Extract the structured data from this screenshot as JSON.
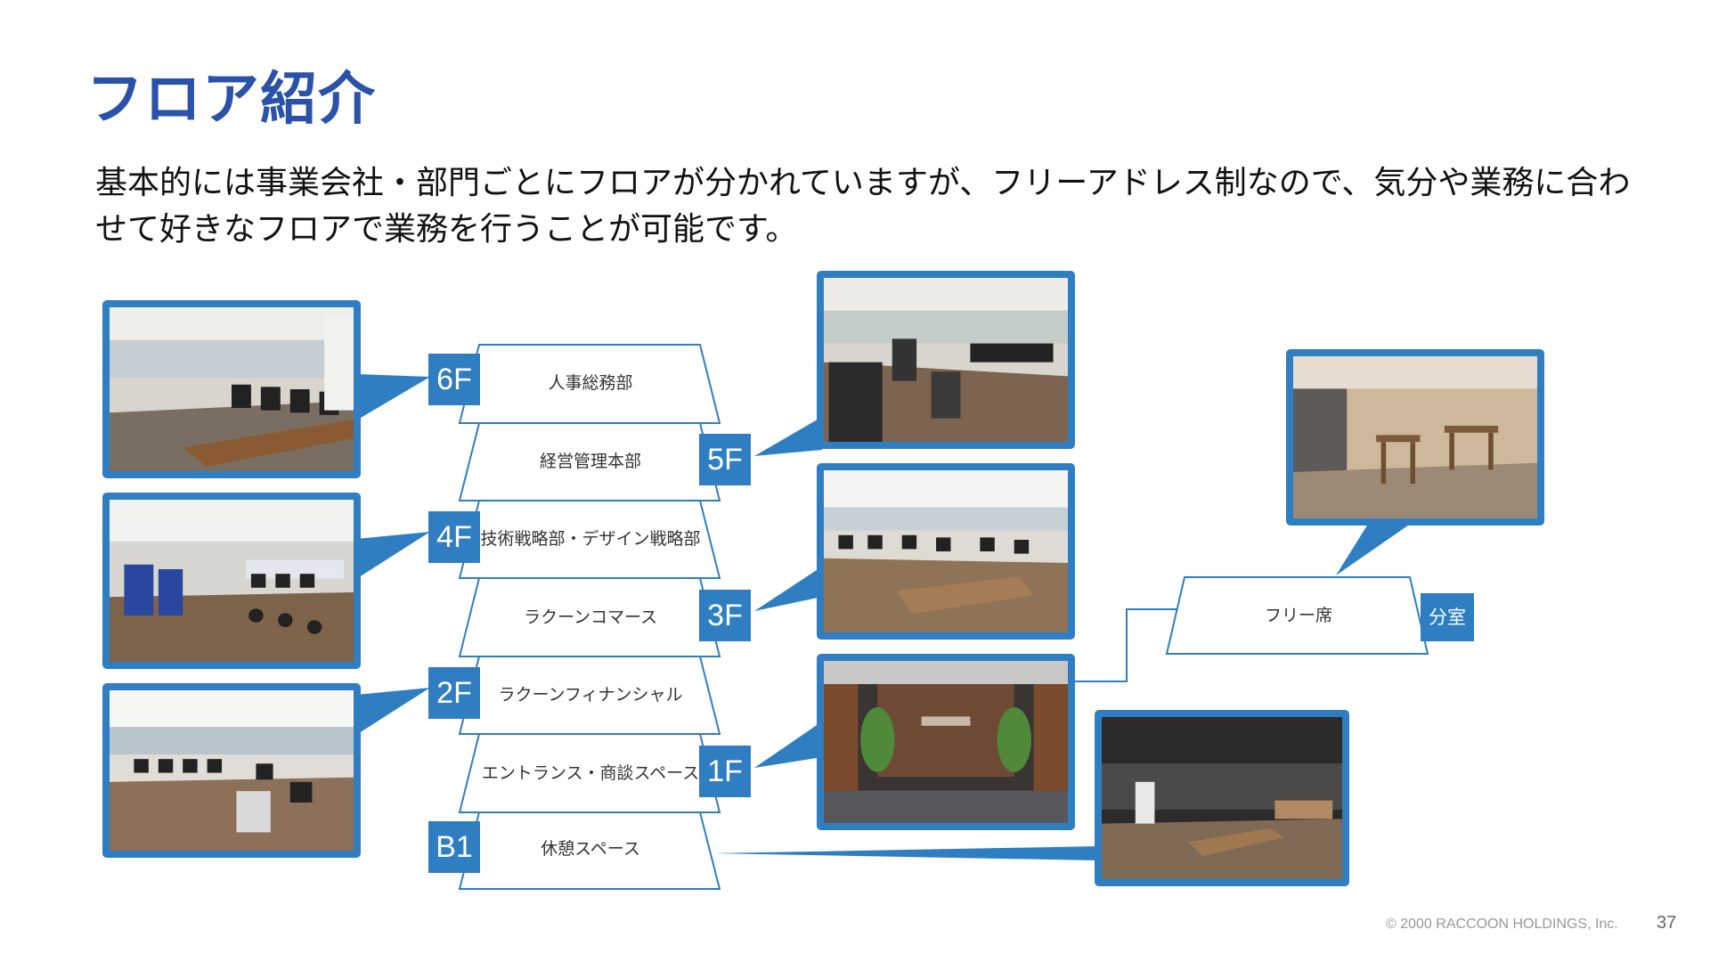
{
  "title": "フロア紹介",
  "description": "基本的には事業会社・部門ごとにフロアが分かれていますが、フリーアドレス制なので、気分や業務に合わせて好きなフロアで業務を行うことが可能です。",
  "colors": {
    "title": "#2a52a8",
    "accent": "#2f7ec2"
  },
  "floors": [
    {
      "badge": "6F",
      "label": "人事総務部"
    },
    {
      "badge": "5F",
      "label": "経営管理本部"
    },
    {
      "badge": "4F",
      "label": "技術戦略部・デザイン戦略部"
    },
    {
      "badge": "3F",
      "label": "ラクーンコマース"
    },
    {
      "badge": "2F",
      "label": "ラクーンフィナンシャル"
    },
    {
      "badge": "1F",
      "label": "エントランス・商談スペース"
    },
    {
      "badge": "B1",
      "label": "休憩スペース"
    }
  ],
  "annex": {
    "label": "フリー席",
    "badge": "分室"
  },
  "footer": {
    "copyright": "© 2000 RACCOON HOLDINGS, Inc.",
    "page_number": "37"
  }
}
